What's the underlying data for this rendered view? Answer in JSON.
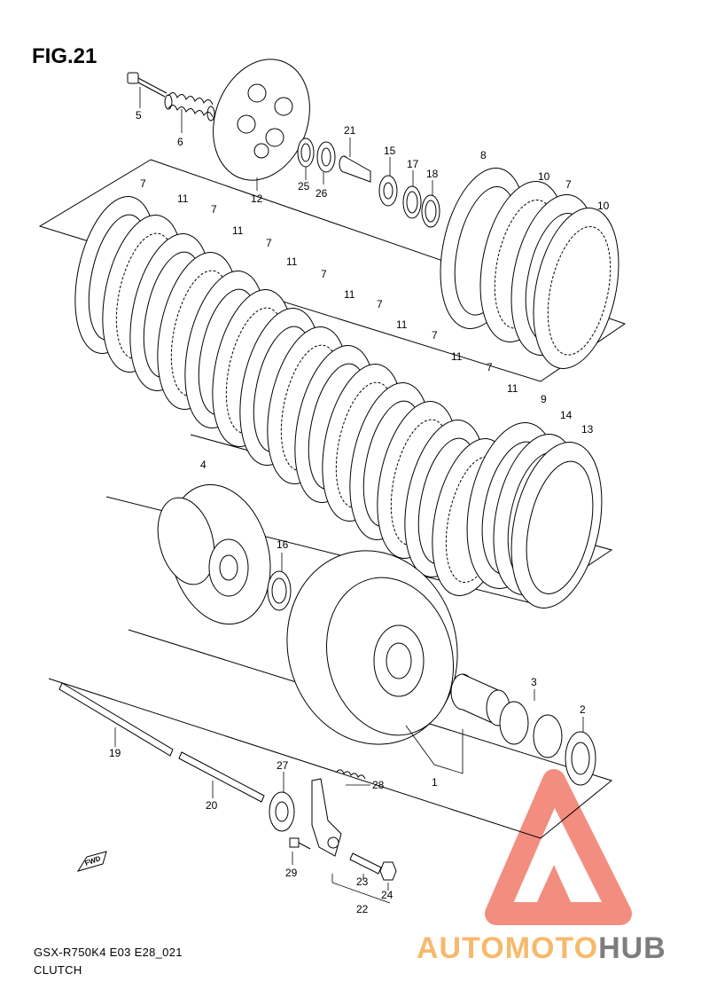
{
  "figure": {
    "title": "FIG.21",
    "model_code": "GSX-R750K4  E03  E28_021",
    "section_name": "CLUTCH",
    "fwd_label": "FWD"
  },
  "callouts": [
    {
      "id": "c5",
      "text": "5"
    },
    {
      "id": "c6",
      "text": "6"
    },
    {
      "id": "c12",
      "text": "12"
    },
    {
      "id": "c21",
      "text": "21"
    },
    {
      "id": "c25",
      "text": "25"
    },
    {
      "id": "c26",
      "text": "26"
    },
    {
      "id": "c15",
      "text": "15"
    },
    {
      "id": "c17",
      "text": "17"
    },
    {
      "id": "c18",
      "text": "18"
    },
    {
      "id": "c8",
      "text": "8"
    },
    {
      "id": "c10a",
      "text": "10"
    },
    {
      "id": "c7a",
      "text": "7"
    },
    {
      "id": "c10b",
      "text": "10"
    },
    {
      "id": "c7b",
      "text": "7"
    },
    {
      "id": "c11a",
      "text": "11"
    },
    {
      "id": "c7c",
      "text": "7"
    },
    {
      "id": "c11b",
      "text": "11"
    },
    {
      "id": "c7d",
      "text": "7"
    },
    {
      "id": "c11c",
      "text": "11"
    },
    {
      "id": "c7e",
      "text": "7"
    },
    {
      "id": "c11d",
      "text": "11"
    },
    {
      "id": "c7f",
      "text": "7"
    },
    {
      "id": "c11e",
      "text": "11"
    },
    {
      "id": "c7g",
      "text": "7"
    },
    {
      "id": "c11f",
      "text": "11"
    },
    {
      "id": "c7h",
      "text": "7"
    },
    {
      "id": "c11g",
      "text": "11"
    },
    {
      "id": "c9",
      "text": "9"
    },
    {
      "id": "c14",
      "text": "14"
    },
    {
      "id": "c13",
      "text": "13"
    },
    {
      "id": "c4",
      "text": "4"
    },
    {
      "id": "c16",
      "text": "16"
    },
    {
      "id": "c3",
      "text": "3"
    },
    {
      "id": "c2",
      "text": "2"
    },
    {
      "id": "c1",
      "text": "1"
    },
    {
      "id": "c19",
      "text": "19"
    },
    {
      "id": "c20",
      "text": "20"
    },
    {
      "id": "c27",
      "text": "27"
    },
    {
      "id": "c28",
      "text": "28"
    },
    {
      "id": "c29",
      "text": "29"
    },
    {
      "id": "c23",
      "text": "23"
    },
    {
      "id": "c24",
      "text": "24"
    },
    {
      "id": "c22",
      "text": "22"
    }
  ],
  "watermark": {
    "part1": "AUTOMOTO",
    "part2": "HUB",
    "color_primary": "#f07a6a",
    "color_secondary": "#f7b96b",
    "color_gray": "#7d7d7d"
  }
}
